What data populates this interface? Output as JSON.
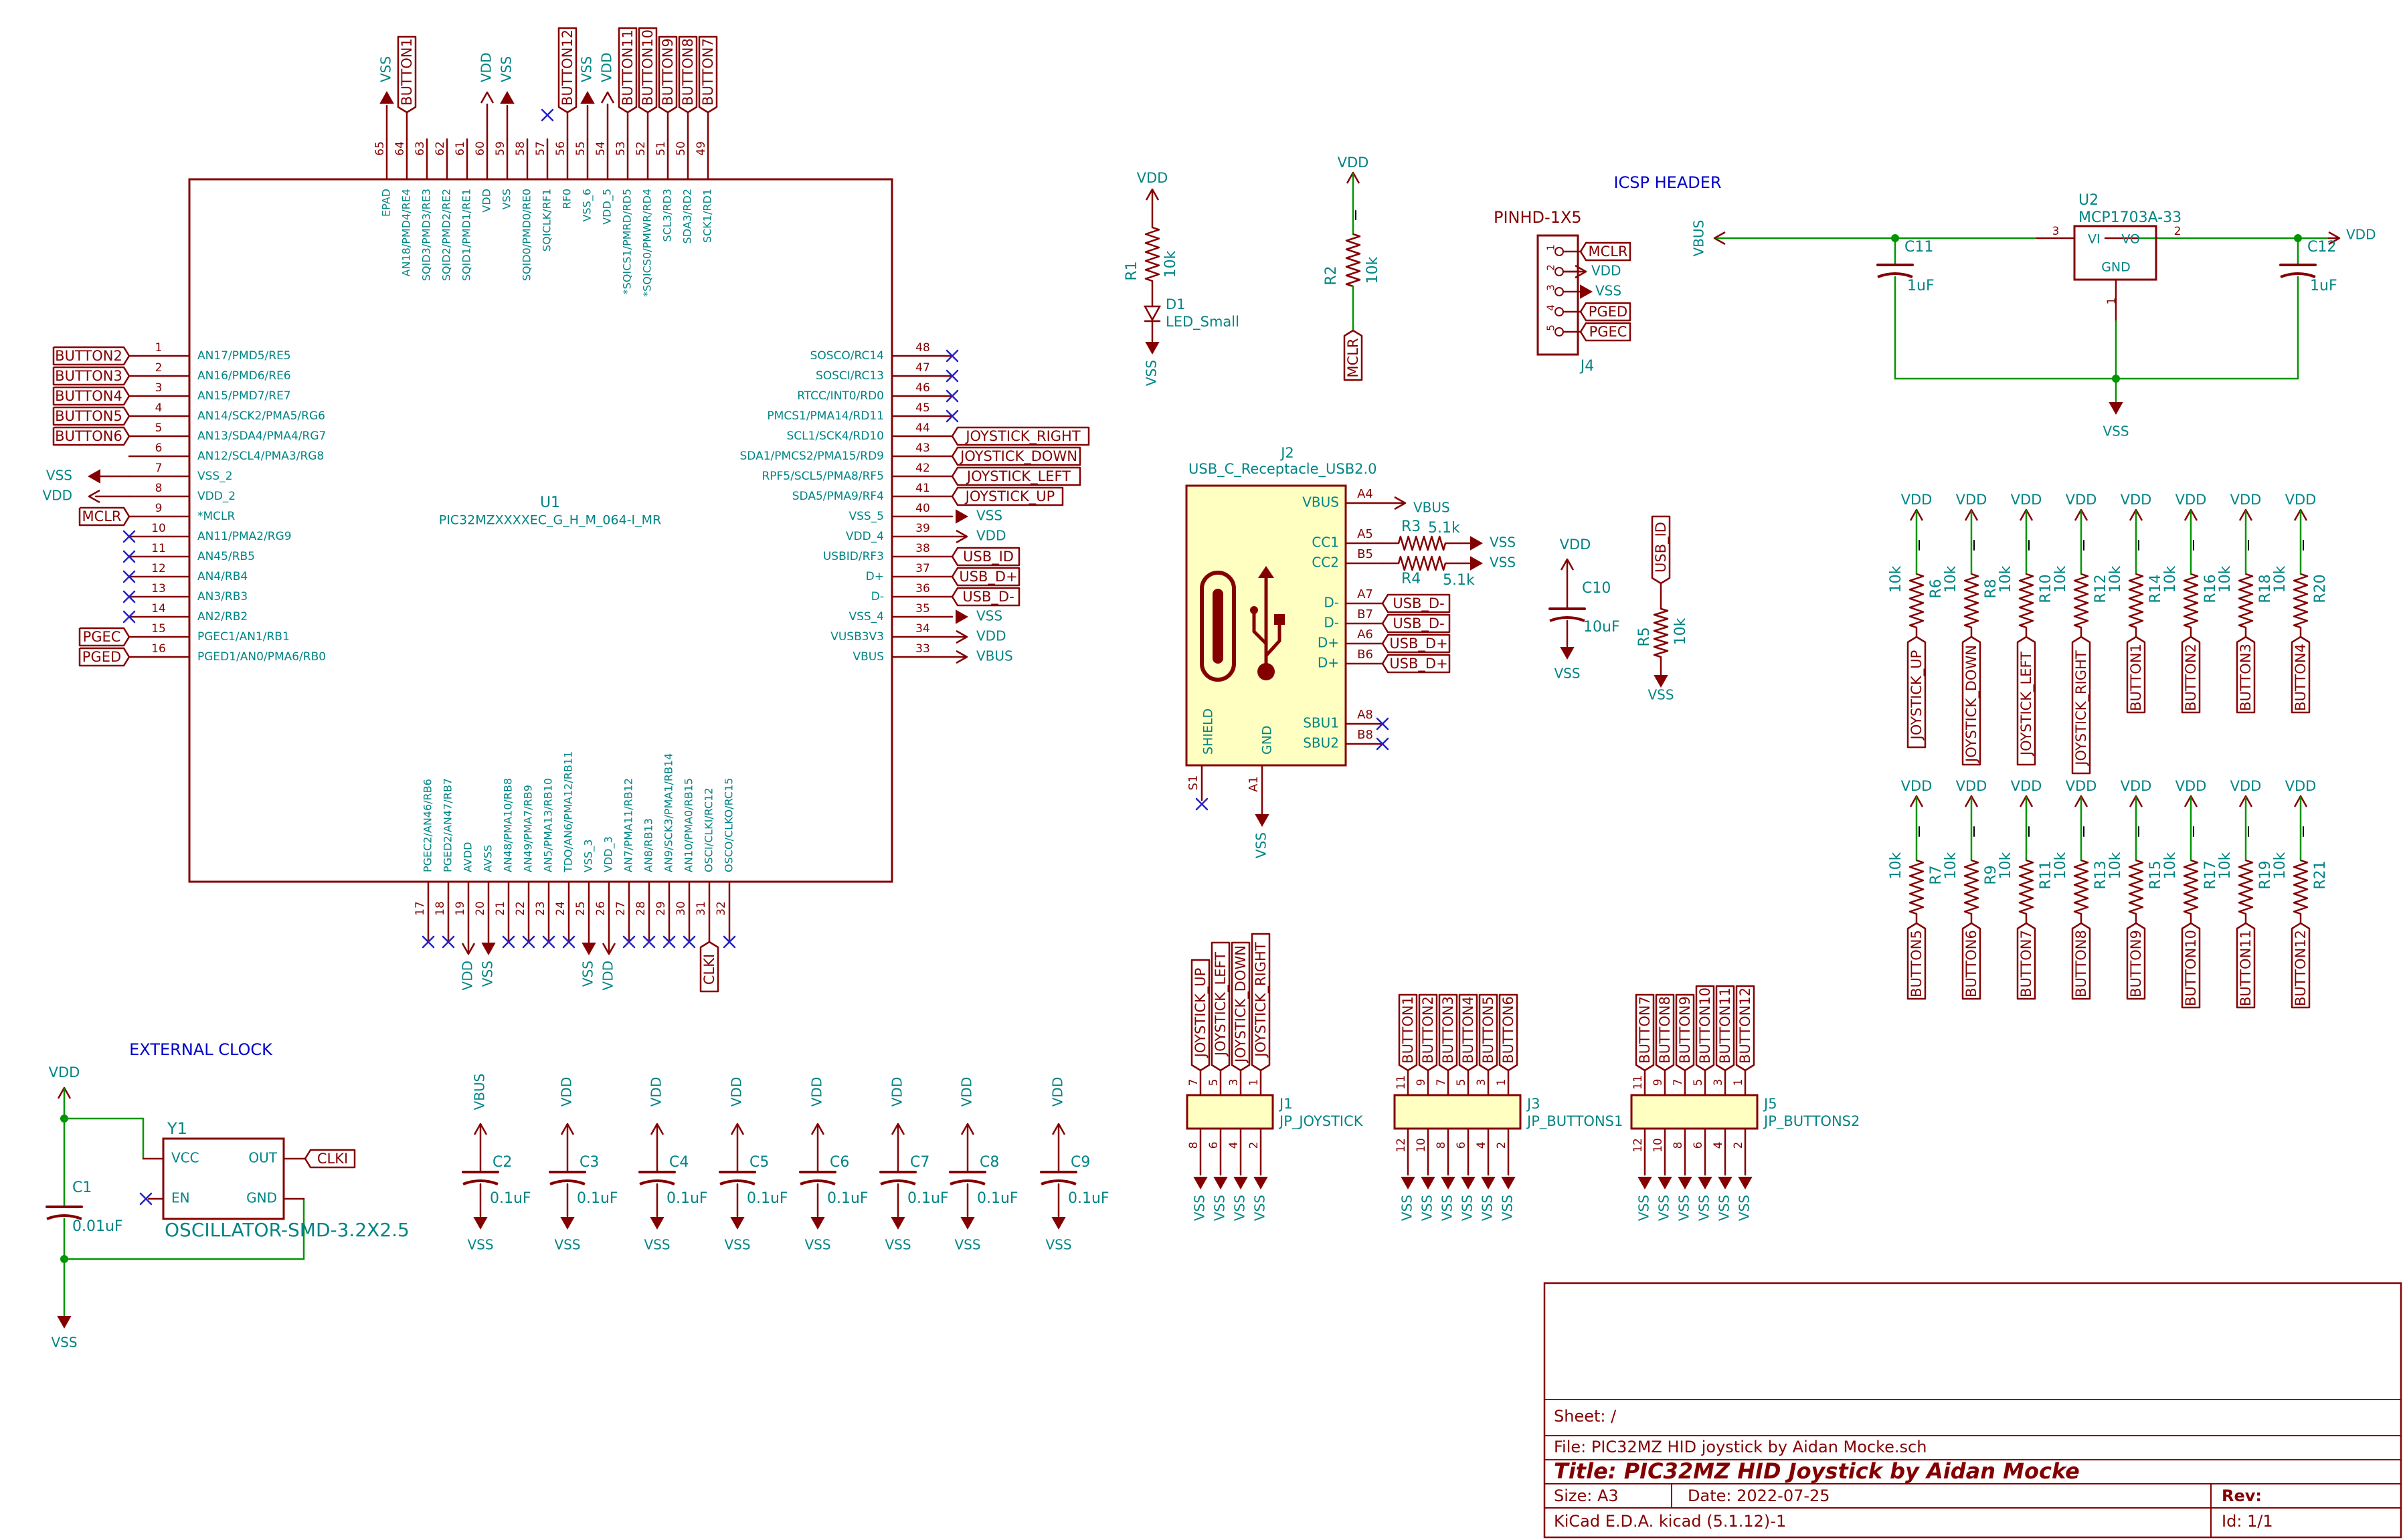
{
  "colors": {
    "component": "#840000",
    "wire": "#009600",
    "net": "#008484",
    "body_fill": "#ffffc2",
    "text_blue": "#0000c8",
    "nc": "#2222c8"
  },
  "icons": {
    "no_connect": "x-mark-icon",
    "ground": "down-arrow-icon",
    "power": "up-arrow-icon",
    "usb_c": "usb-c-outline-icon",
    "usb_logo": "usb-trident-icon"
  },
  "u1": {
    "ref": "U1",
    "value": "PIC32MZXXXXEC_G_H_M_064-I_MR",
    "left_pins": [
      {
        "num": "1",
        "name": "AN17/PMD5/RE5",
        "net": "BUTTON2"
      },
      {
        "num": "2",
        "name": "AN16/PMD6/RE6",
        "net": "BUTTON3"
      },
      {
        "num": "3",
        "name": "AN15/PMD7/RE7",
        "net": "BUTTON4"
      },
      {
        "num": "4",
        "name": "AN14/SCK2/PMA5/RG6",
        "net": "BUTTON5"
      },
      {
        "num": "5",
        "name": "AN13/SDA4/PMA4/RG7",
        "net": "BUTTON6"
      },
      {
        "num": "6",
        "name": "AN12/SCL4/PMA3/RG8",
        "net": ""
      },
      {
        "num": "7",
        "name": "VSS_2",
        "net": "VSS"
      },
      {
        "num": "8",
        "name": "VDD_2",
        "net": "VDD"
      },
      {
        "num": "9",
        "name": "*MCLR",
        "net": "MCLR"
      },
      {
        "num": "10",
        "name": "AN11/PMA2/RG9",
        "net": ""
      },
      {
        "num": "11",
        "name": "AN45/RB5",
        "net": ""
      },
      {
        "num": "12",
        "name": "AN4/RB4",
        "net": ""
      },
      {
        "num": "13",
        "name": "AN3/RB3",
        "net": ""
      },
      {
        "num": "14",
        "name": "AN2/RB2",
        "net": ""
      },
      {
        "num": "15",
        "name": "PGEC1/AN1/RB1",
        "net": "PGEC"
      },
      {
        "num": "16",
        "name": "PGED1/AN0/PMA6/RB0",
        "net": "PGED"
      }
    ],
    "right_pins": [
      {
        "num": "48",
        "name": "SOSCO/RC14",
        "net": ""
      },
      {
        "num": "47",
        "name": "SOSCI/RC13",
        "net": ""
      },
      {
        "num": "46",
        "name": "RTCC/INT0/RD0",
        "net": ""
      },
      {
        "num": "45",
        "name": "PMCS1/PMA14/RD11",
        "net": ""
      },
      {
        "num": "44",
        "name": "SCL1/SCK4/RD10",
        "net": "JOYSTICK_RIGHT"
      },
      {
        "num": "43",
        "name": "SDA1/PMCS2/PMA15/RD9",
        "net": "JOYSTICK_DOWN"
      },
      {
        "num": "42",
        "name": "RPF5/SCL5/PMA8/RF5",
        "net": "JOYSTICK_LEFT"
      },
      {
        "num": "41",
        "name": "SDA5/PMA9/RF4",
        "net": "JOYSTICK_UP"
      },
      {
        "num": "40",
        "name": "VSS_5",
        "net": "VSS"
      },
      {
        "num": "39",
        "name": "VDD_4",
        "net": "VDD"
      },
      {
        "num": "38",
        "name": "USBID/RF3",
        "net": "USB_ID"
      },
      {
        "num": "37",
        "name": "D+",
        "net": "USB_D+"
      },
      {
        "num": "36",
        "name": "D-",
        "net": "USB_D-"
      },
      {
        "num": "35",
        "name": "VSS_4",
        "net": "VSS"
      },
      {
        "num": "34",
        "name": "VUSB3V3",
        "net": "VDD"
      },
      {
        "num": "33",
        "name": "VBUS",
        "net": "VBUS"
      }
    ],
    "top_pins": [
      {
        "num": "65",
        "name": "EPAD",
        "net": "VSS"
      },
      {
        "num": "64",
        "name": "AN18/PMD4/RE4",
        "net": "BUTTON1"
      },
      {
        "num": "63",
        "name": "SQID3/PMD3/RE3",
        "net": ""
      },
      {
        "num": "62",
        "name": "SQID2/PMD2/RE2",
        "net": ""
      },
      {
        "num": "61",
        "name": "SQID1/PMD1/RE1",
        "net": ""
      },
      {
        "num": "60",
        "name": "VDD",
        "net": "VDD"
      },
      {
        "num": "59",
        "name": "VSS",
        "net": "VSS"
      },
      {
        "num": "58",
        "name": "SQID0/PMD0/RE0",
        "net": ""
      },
      {
        "num": "57",
        "name": "SQICLK/RF1",
        "net": ""
      },
      {
        "num": "56",
        "name": "RF0",
        "net": "BUTTON12"
      },
      {
        "num": "55",
        "name": "VSS_6",
        "net": "VSS"
      },
      {
        "num": "54",
        "name": "VDD_5",
        "net": "VDD"
      },
      {
        "num": "53",
        "name": "*SQICS1/PMRD/RD5",
        "net": "BUTTON11"
      },
      {
        "num": "52",
        "name": "*SQICS0/PMWR/RD4",
        "net": "BUTTON10"
      },
      {
        "num": "51",
        "name": "SCL3/RD3",
        "net": "BUTTON9"
      },
      {
        "num": "50",
        "name": "SDA3/RD2",
        "net": "BUTTON8"
      },
      {
        "num": "49",
        "name": "SCK1/RD1",
        "net": "BUTTON7"
      }
    ],
    "bottom_pins": [
      {
        "num": "17",
        "name": "PGEC2/AN46/RB6",
        "net": ""
      },
      {
        "num": "18",
        "name": "PGED2/AN47/RB7",
        "net": ""
      },
      {
        "num": "19",
        "name": "AVDD",
        "net": "VDD"
      },
      {
        "num": "20",
        "name": "AVSS",
        "net": "VSS"
      },
      {
        "num": "21",
        "name": "AN48/PMA10/RB8",
        "net": ""
      },
      {
        "num": "22",
        "name": "AN49/PMA7/RB9",
        "net": ""
      },
      {
        "num": "23",
        "name": "AN5/PMA13/RB10",
        "net": ""
      },
      {
        "num": "24",
        "name": "TDO/AN6/PMA12/RB11",
        "net": ""
      },
      {
        "num": "25",
        "name": "VSS_3",
        "net": "VSS"
      },
      {
        "num": "26",
        "name": "VDD_3",
        "net": "VDD"
      },
      {
        "num": "27",
        "name": "AN7/PMA11/RB12",
        "net": ""
      },
      {
        "num": "28",
        "name": "AN8/RB13",
        "net": ""
      },
      {
        "num": "29",
        "name": "AN9/SCK3/PMA1/RB14",
        "net": ""
      },
      {
        "num": "30",
        "name": "AN10/PMA0/RB15",
        "net": ""
      },
      {
        "num": "31",
        "name": "OSCI/CLKI/RC12",
        "net": "CLKI"
      },
      {
        "num": "32",
        "name": "OSCO/CLKO/RC15",
        "net": ""
      }
    ]
  },
  "led_block": {
    "vdd": "VDD",
    "r_ref": "R1",
    "r_val": "10k",
    "d_ref": "D1",
    "d_val": "LED_Small",
    "vss": "VSS"
  },
  "mclr_block": {
    "vdd": "VDD",
    "r_ref": "R2",
    "r_val": "10k",
    "net": "MCLR"
  },
  "icsp": {
    "title": "ICSP HEADER",
    "value": "PINHD-1X5",
    "ref": "J4",
    "pins": [
      {
        "num": "1",
        "net": "MCLR"
      },
      {
        "num": "2",
        "net": "VDD"
      },
      {
        "num": "3",
        "net": "VSS"
      },
      {
        "num": "4",
        "net": "PGED"
      },
      {
        "num": "5",
        "net": "PGEC"
      }
    ]
  },
  "regulator": {
    "ref": "U2",
    "value": "MCP1703A-33",
    "pin_vi": "VI",
    "pin_vo": "VO",
    "pin_gnd": "GND",
    "num_vi": "3",
    "num_vo": "2",
    "num_gnd": "1",
    "vbus": "VBUS",
    "vdd": "VDD",
    "vss": "VSS",
    "c11_ref": "C11",
    "c11_val": "1uF",
    "c12_ref": "C12",
    "c12_val": "1uF"
  },
  "usb": {
    "ref": "J2",
    "value": "USB_C_Receptacle_USB2.0",
    "right_pins": [
      {
        "name": "VBUS",
        "num": "A4",
        "net": "VBUS"
      },
      {
        "name": "CC1",
        "num": "A5",
        "net": ""
      },
      {
        "name": "CC2",
        "num": "B5",
        "net": ""
      },
      {
        "name": "D-",
        "num": "A7",
        "net": "USB_D-"
      },
      {
        "name": "D-",
        "num": "B7",
        "net": "USB_D-"
      },
      {
        "name": "D+",
        "num": "A6",
        "net": "USB_D+"
      },
      {
        "name": "D+",
        "num": "B6",
        "net": "USB_D+"
      },
      {
        "name": "SBU1",
        "num": "A8",
        "net": ""
      },
      {
        "name": "SBU2",
        "num": "B8",
        "net": ""
      }
    ],
    "shield": "SHIELD",
    "gnd": "GND",
    "s1": "S1",
    "a1": "A1",
    "vss": "VSS",
    "r3_ref": "R3",
    "r3_val": "5.1k",
    "r4_ref": "R4",
    "r4_val": "5.1k",
    "vss_r": "VSS"
  },
  "c10_block": {
    "vdd": "VDD",
    "ref": "C10",
    "val": "10uF",
    "vss": "VSS"
  },
  "r5_block": {
    "net": "USB_ID",
    "ref": "R5",
    "val": "10k",
    "vss": "VSS"
  },
  "pullups_top": [
    {
      "ref": "R6",
      "val": "10k",
      "vdd": "VDD",
      "net": "JOYSTICK_UP"
    },
    {
      "ref": "R8",
      "val": "10k",
      "vdd": "VDD",
      "net": "JOYSTICK_DOWN"
    },
    {
      "ref": "R10",
      "val": "10k",
      "vdd": "VDD",
      "net": "JOYSTICK_LEFT"
    },
    {
      "ref": "R12",
      "val": "10k",
      "vdd": "VDD",
      "net": "JOYSTICK_RIGHT"
    },
    {
      "ref": "R14",
      "val": "10k",
      "vdd": "VDD",
      "net": "BUTTON1"
    },
    {
      "ref": "R16",
      "val": "10k",
      "vdd": "VDD",
      "net": "BUTTON2"
    },
    {
      "ref": "R18",
      "val": "10k",
      "vdd": "VDD",
      "net": "BUTTON3"
    },
    {
      "ref": "R20",
      "val": "10k",
      "vdd": "VDD",
      "net": "BUTTON4"
    }
  ],
  "pullups_bottom": [
    {
      "ref": "R7",
      "val": "10k",
      "vdd": "VDD",
      "net": "BUTTON5"
    },
    {
      "ref": "R9",
      "val": "10k",
      "vdd": "VDD",
      "net": "BUTTON6"
    },
    {
      "ref": "R11",
      "val": "10k",
      "vdd": "VDD",
      "net": "BUTTON7"
    },
    {
      "ref": "R13",
      "val": "10k",
      "vdd": "VDD",
      "net": "BUTTON8"
    },
    {
      "ref": "R15",
      "val": "10k",
      "vdd": "VDD",
      "net": "BUTTON9"
    },
    {
      "ref": "R17",
      "val": "10k",
      "vdd": "VDD",
      "net": "BUTTON10"
    },
    {
      "ref": "R19",
      "val": "10k",
      "vdd": "VDD",
      "net": "BUTTON11"
    },
    {
      "ref": "R21",
      "val": "10k",
      "vdd": "VDD",
      "net": "BUTTON12"
    }
  ],
  "headers": [
    {
      "ref": "J1",
      "value": "JP_JOYSTICK",
      "odd_pins": [
        {
          "num": "7",
          "net": "JOYSTICK_UP"
        },
        {
          "num": "5",
          "net": "JOYSTICK_LEFT"
        },
        {
          "num": "3",
          "net": "JOYSTICK_DOWN"
        },
        {
          "num": "1",
          "net": "JOYSTICK_RIGHT"
        }
      ],
      "even_pins": [
        {
          "num": "8",
          "net": "VSS"
        },
        {
          "num": "6",
          "net": "VSS"
        },
        {
          "num": "4",
          "net": "VSS"
        },
        {
          "num": "2",
          "net": "VSS"
        }
      ]
    },
    {
      "ref": "J3",
      "value": "JP_BUTTONS1",
      "odd_pins": [
        {
          "num": "11",
          "net": "BUTTON1"
        },
        {
          "num": "9",
          "net": "BUTTON2"
        },
        {
          "num": "7",
          "net": "BUTTON3"
        },
        {
          "num": "5",
          "net": "BUTTON4"
        },
        {
          "num": "3",
          "net": "BUTTON5"
        },
        {
          "num": "1",
          "net": "BUTTON6"
        }
      ],
      "even_pins": [
        {
          "num": "12",
          "net": "VSS"
        },
        {
          "num": "10",
          "net": "VSS"
        },
        {
          "num": "8",
          "net": "VSS"
        },
        {
          "num": "6",
          "net": "VSS"
        },
        {
          "num": "4",
          "net": "VSS"
        },
        {
          "num": "2",
          "net": "VSS"
        }
      ]
    },
    {
      "ref": "J5",
      "value": "JP_BUTTONS2",
      "odd_pins": [
        {
          "num": "11",
          "net": "BUTTON7"
        },
        {
          "num": "9",
          "net": "BUTTON8"
        },
        {
          "num": "7",
          "net": "BUTTON9"
        },
        {
          "num": "5",
          "net": "BUTTON10"
        },
        {
          "num": "3",
          "net": "BUTTON11"
        },
        {
          "num": "1",
          "net": "BUTTON12"
        }
      ],
      "even_pins": [
        {
          "num": "12",
          "net": "VSS"
        },
        {
          "num": "10",
          "net": "VSS"
        },
        {
          "num": "8",
          "net": "VSS"
        },
        {
          "num": "6",
          "net": "VSS"
        },
        {
          "num": "4",
          "net": "VSS"
        },
        {
          "num": "2",
          "net": "VSS"
        }
      ]
    }
  ],
  "clock": {
    "title": "EXTERNAL CLOCK",
    "vdd": "VDD",
    "vss": "VSS",
    "y_ref": "Y1",
    "y_val": "OSCILLATOR-SMD-3.2X2.5",
    "pin_vcc": "VCC",
    "pin_en": "EN",
    "pin_out": "OUT",
    "pin_gnd": "GND",
    "out_net": "CLKI",
    "c1_ref": "C1",
    "c1_val": "0.01uF"
  },
  "decoupling": [
    {
      "ref": "C2",
      "val": "0.1uF",
      "top": "VBUS",
      "bottom": "VSS"
    },
    {
      "ref": "C3",
      "val": "0.1uF",
      "top": "VDD",
      "bottom": "VSS"
    },
    {
      "ref": "C4",
      "val": "0.1uF",
      "top": "VDD",
      "bottom": "VSS"
    },
    {
      "ref": "C5",
      "val": "0.1uF",
      "top": "VDD",
      "bottom": "VSS"
    },
    {
      "ref": "C6",
      "val": "0.1uF",
      "top": "VDD",
      "bottom": "VSS"
    },
    {
      "ref": "C7",
      "val": "0.1uF",
      "top": "VDD",
      "bottom": "VSS"
    },
    {
      "ref": "C8",
      "val": "0.1uF",
      "top": "VDD",
      "bottom": "VSS"
    },
    {
      "ref": "C9",
      "val": "0.1uF",
      "top": "VDD",
      "bottom": "VSS"
    }
  ],
  "title_block": {
    "sheet": "Sheet: /",
    "file": "File: PIC32MZ HID joystick by Aidan Mocke.sch",
    "title": "Title: PIC32MZ HID Joystick by Aidan Mocke",
    "size": "Size: A3",
    "date": "Date: 2022-07-25",
    "rev": "Rev:",
    "tool": "KiCad E.D.A.  kicad (5.1.12)-1",
    "id": "Id: 1/1"
  }
}
